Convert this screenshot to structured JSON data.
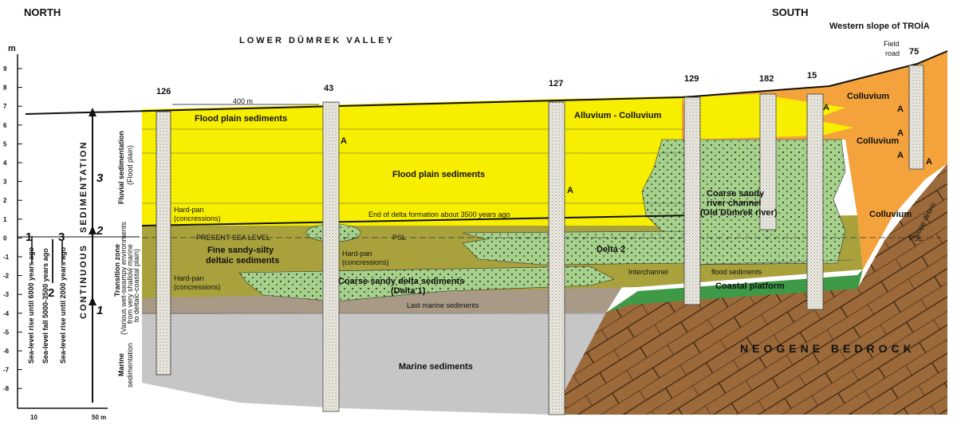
{
  "header": {
    "north": "NORTH",
    "south": "SOUTH",
    "valley": "LOWER DŪMREK VALLEY",
    "slope": "Western slope of TROİA",
    "field_road_1": "Field",
    "field_road_2": "road"
  },
  "axis": {
    "unit": "m",
    "ticks": [
      "9",
      "8",
      "7",
      "6",
      "5",
      "4",
      "3",
      "2",
      "1",
      "0",
      "-1",
      "-2",
      "-3",
      "-4",
      "-5",
      "-6",
      "-7",
      "-8"
    ],
    "bottom_left": "10",
    "bottom_right": "50 m"
  },
  "sea_level_curve": {
    "marks": [
      "1",
      "2",
      "3"
    ],
    "label_1": "Sea-level rise until 6000 years ago",
    "label_2": "Sea-level fall 5000-3500 years ago",
    "label_3": "Sea-level rise until 2000 years ago"
  },
  "sedimentation": {
    "word_sed": "SEDIMENTATION",
    "word_cont": "CONTINUOUS",
    "phase_1": "1",
    "phase_2": "2",
    "phase_3": "3"
  },
  "zones": {
    "fluvial_1": "Fluvial sedimentation",
    "fluvial_2": "(Flood plain)",
    "transition_1": "Transition zone",
    "transition_2": "(Various wet-swampy environments",
    "transition_3": "from very shallow marine",
    "transition_4": "to deltaic-coastal plain)",
    "marine_1": "Marine",
    "marine_2": "sedimentation"
  },
  "wells": [
    "126",
    "43",
    "127",
    "129",
    "182",
    "15",
    "75"
  ],
  "scale_bar": "400 m",
  "layers": {
    "flood_plain_top": "Flood plain sediments",
    "alluvium": "Alluvium - Colluvium",
    "flood_plain_mid": "Flood plain sediments",
    "hardpan_1a": "Hard-pan",
    "hardpan_1b": "(concressions)",
    "hardpan_2a": "Hard-pan",
    "hardpan_2b": "(concressions)",
    "hardpan_3a": "Hard-pan",
    "hardpan_3b": "(concressions)",
    "delta_end": "End of delta formation about 3500 years ago",
    "present_sea": "PRESENT SEA LEVEL",
    "psl": "PSL",
    "psl_right": "PSL",
    "fine_1": "Fine sandy-silty",
    "fine_2": "deltaic sediments",
    "delta2": "Delta 2",
    "coarse_delta_1": "Coarse sandy delta sediments",
    "coarse_delta_2": "(Delta 1)",
    "last_marine": "Last marine sediments",
    "marine": "Marine sediments",
    "interchannel": "Interchannel",
    "flood_sed": "flood sediments",
    "coastal": "Coastal platform",
    "channel_1": "Coarse sandy",
    "channel_2": "river channel",
    "channel_3": "(Old Dūmrek river)",
    "colluvium_1": "Colluvium",
    "colluvium_2": "Colluvium",
    "colluvium_3": "Colluvium",
    "slope_debris": "Slope debris",
    "bedrock": "NEOGENE BEDROCK",
    "marker_a": "A"
  },
  "colors": {
    "flood_plain": "#f7ee00",
    "transition": "#a9a23c",
    "marine": "#c6c6c6",
    "last_marine": "#a89a86",
    "green_sand": "#a6d18a",
    "coastal": "#3f9a47",
    "orange": "#f3a23c",
    "bedrock": "#9c6a3a"
  }
}
